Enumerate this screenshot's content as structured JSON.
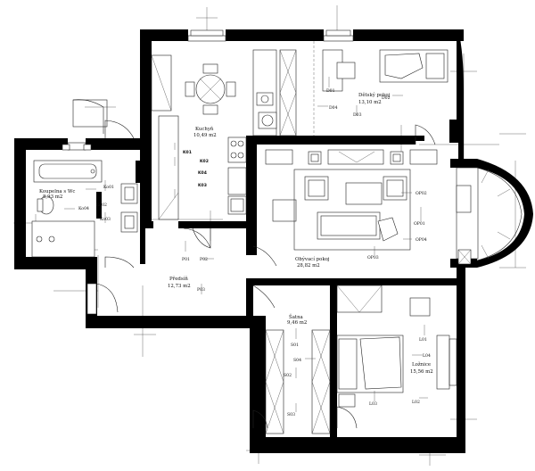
{
  "rooms": {
    "kitchen": {
      "name": "Kuchyň",
      "area": "10,49 m2"
    },
    "kids": {
      "name": "Dětský pokoj",
      "area": "13,10 m2"
    },
    "bath": {
      "name": "Koupelna s Wc",
      "area": "8,93 m2"
    },
    "living": {
      "name": "Obývací pokoj",
      "area": "28,82 m2"
    },
    "hall": {
      "name": "Předsíň",
      "area": "12,73 m2"
    },
    "closet": {
      "name": "Šatna",
      "area": "9,46 m2"
    },
    "bedroom": {
      "name": "Ložnice",
      "area": "15,56 m2"
    }
  },
  "tags": {
    "k01": "K01",
    "k02": "K02",
    "k03": "K03",
    "k04": "K04",
    "d01": "D01",
    "d02": "D02",
    "d03": "D03",
    "d04": "D04",
    "ko01": "Ko01",
    "ko02": "Ko02",
    "ko03": "Ko03",
    "ko04": "Ko04",
    "op01": "OP01",
    "op02": "OP02",
    "op03": "OP03",
    "op04": "OP04",
    "p01": "P01",
    "p02": "P02",
    "p03": "P03",
    "s01": "S01",
    "s02": "S02",
    "s03": "S03",
    "s04": "S04",
    "l01": "L01",
    "l02": "L02",
    "l03": "L03",
    "l04": "L04"
  }
}
